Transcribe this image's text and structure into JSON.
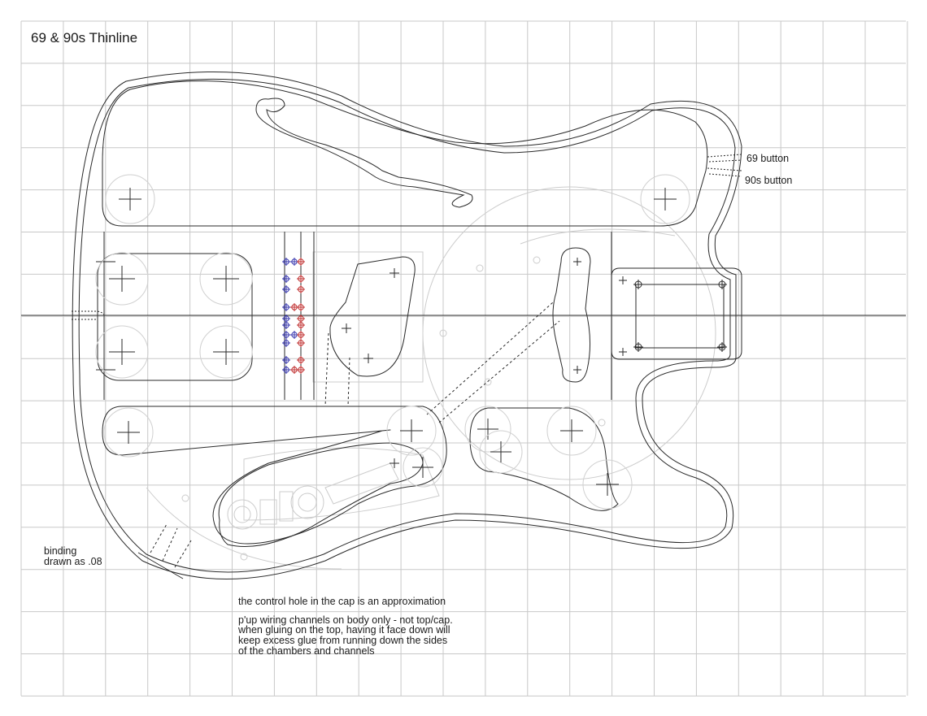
{
  "title": "69  & 90s Thinline",
  "callouts": {
    "button_69": "69 button",
    "button_90s": "90s button",
    "binding_line1": "binding",
    "binding_line2": "drawn as .08"
  },
  "notes": {
    "control_hole": "the control hole in the cap is an approximation",
    "wiring": [
      "p'up wiring channels on body only - not top/cap.",
      "when gluing on the top, having it face down will",
      "keep excess glue from running down the sides",
      "of the chambers and channels"
    ]
  },
  "colors": {
    "grid": "#c8c8c8",
    "line": "#2a2a2a",
    "faint": "#c9c9c9",
    "marker_blue": "#3a3ab0",
    "marker_red": "#c03030"
  }
}
